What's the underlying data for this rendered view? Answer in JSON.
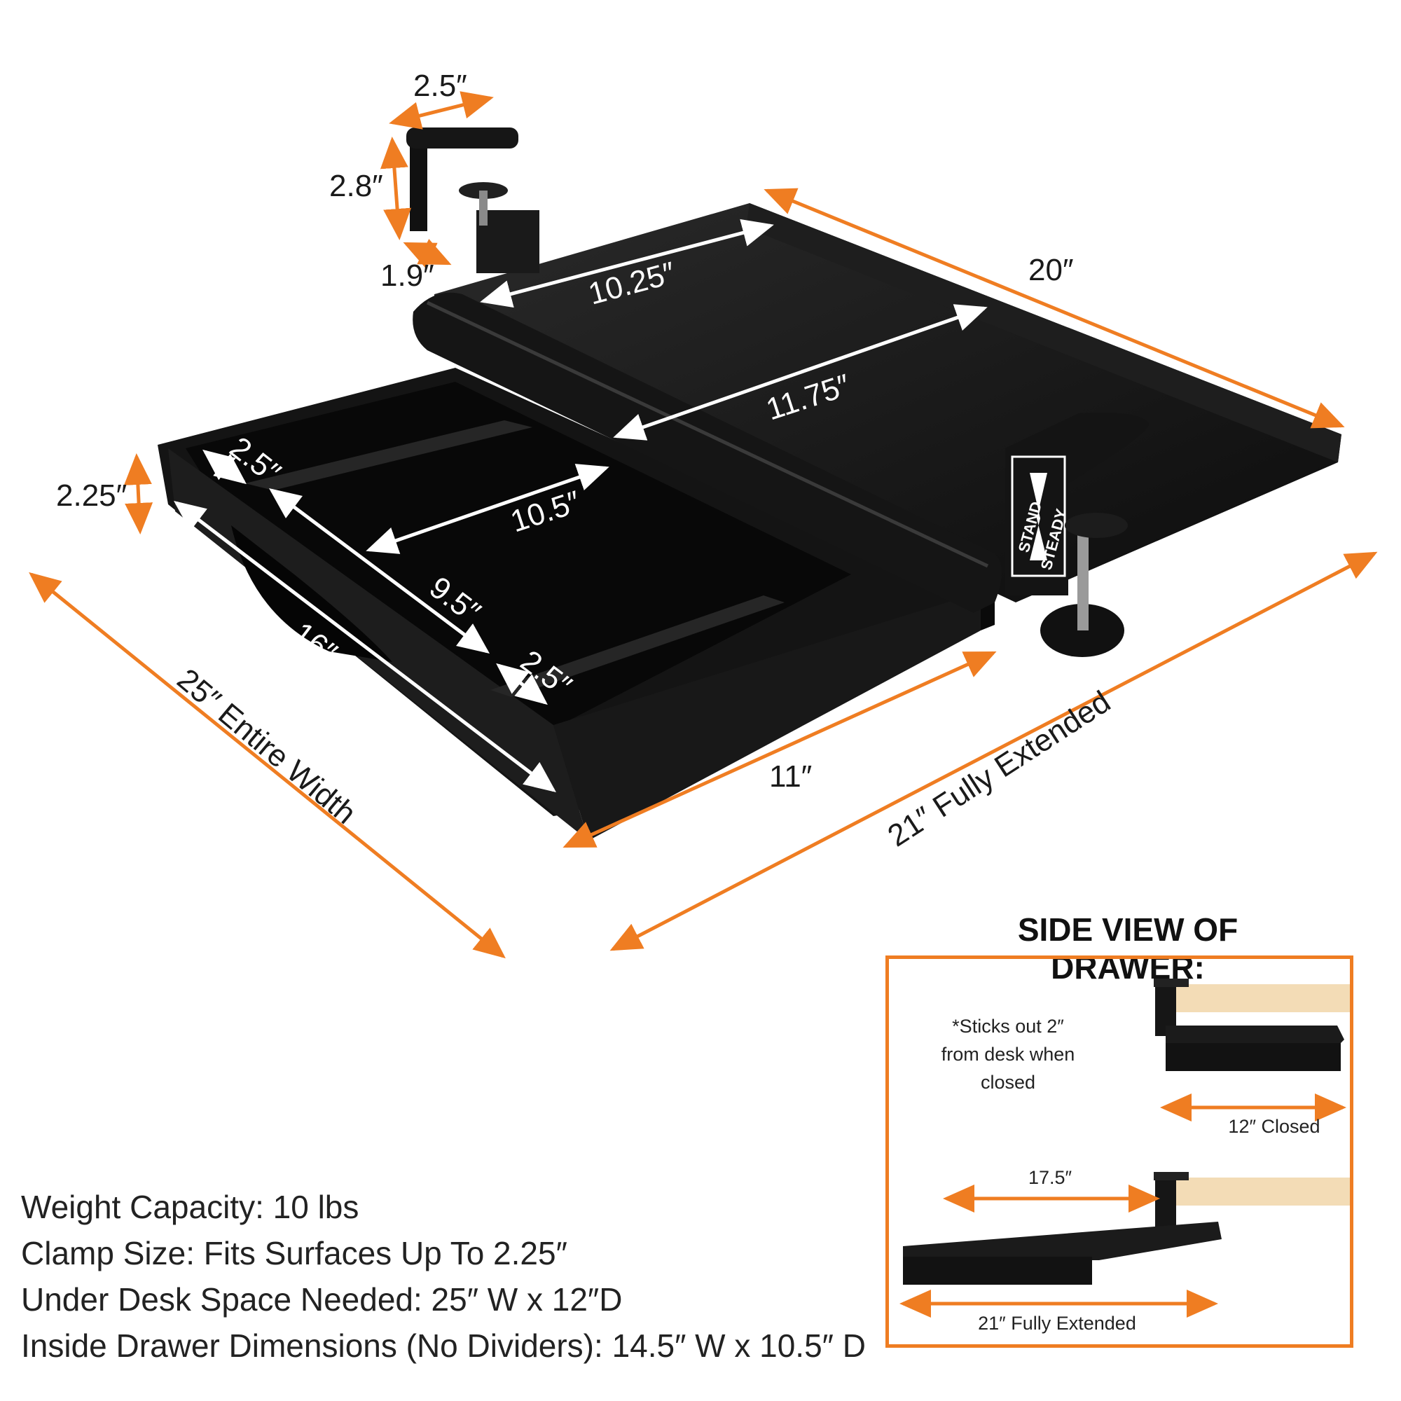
{
  "dimensions": {
    "clamp_top_width": "2.5″",
    "clamp_height": "2.8″",
    "clamp_depth": "1.9″",
    "tray_depth_back": "10.25″",
    "tray_length": "20″",
    "tray_depth_front": "11.75″",
    "drawer_height": "2.25″",
    "divider_left": "2.5″",
    "inner_depth": "10.5″",
    "inner_width": "9.5″",
    "inner_length": "16″",
    "divider_right": "2.5″",
    "drawer_depth": "11″",
    "entire_width": "25″ Entire Width",
    "fully_extended": "21″ Fully Extended"
  },
  "logo": {
    "text_line1": "STAND",
    "text_line2": "STEADY"
  },
  "side_view": {
    "title": "SIDE VIEW OF DRAWER:",
    "note_line1": "*Sticks out 2″",
    "note_line2": "from desk when",
    "note_line3": "closed",
    "closed_label": "12″ Closed",
    "extended_inner_label": "17.5″",
    "extended_label": "21″ Fully Extended"
  },
  "specs": [
    "Weight Capacity: 10 lbs",
    "Clamp Size: Fits Surfaces Up To 2.25″",
    "Under Desk Space Needed:  25″ W x 12″D",
    "Inside Drawer Dimensions (No Dividers): 14.5″ W x 10.5″ D"
  ],
  "colors": {
    "accent": "#ef7d22",
    "product": "#121212",
    "wood": "#f3dcb6"
  }
}
